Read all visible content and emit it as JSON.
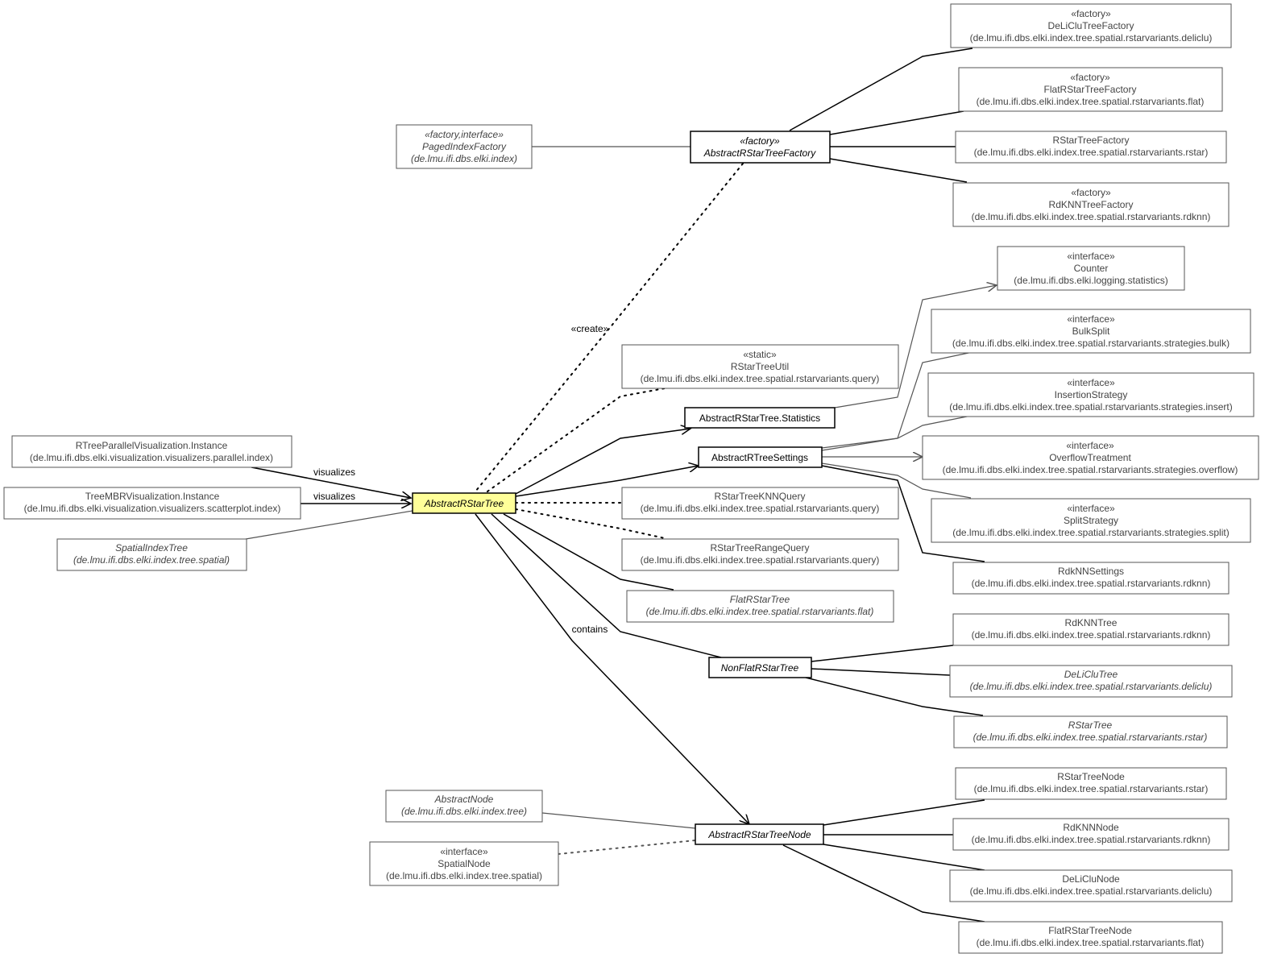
{
  "nodes": {
    "deliclu_factory": {
      "stereotype": "«factory»",
      "name": "DeLiCluTreeFactory",
      "package": "(de.lmu.ifi.dbs.elki.index.tree.spatial.rstarvariants.deliclu)"
    },
    "flat_factory": {
      "stereotype": "«factory»",
      "name": "FlatRStarTreeFactory",
      "package": "(de.lmu.ifi.dbs.elki.index.tree.spatial.rstarvariants.flat)"
    },
    "paged_index_factory": {
      "stereotype": "«factory,interface»",
      "name": "PagedIndexFactory",
      "package": "(de.lmu.ifi.dbs.elki.index)"
    },
    "abstract_factory": {
      "stereotype": "«factory»",
      "name": "AbstractRStarTreeFactory"
    },
    "rstar_factory": {
      "name": "RStarTreeFactory",
      "package": "(de.lmu.ifi.dbs.elki.index.tree.spatial.rstarvariants.rstar)"
    },
    "rdknn_factory": {
      "stereotype": "«factory»",
      "name": "RdKNNTreeFactory",
      "package": "(de.lmu.ifi.dbs.elki.index.tree.spatial.rstarvariants.rdknn)"
    },
    "counter": {
      "stereotype": "«interface»",
      "name": "Counter",
      "package": "(de.lmu.ifi.dbs.elki.logging.statistics)"
    },
    "bulksplit": {
      "stereotype": "«interface»",
      "name": "BulkSplit",
      "package": "(de.lmu.ifi.dbs.elki.index.tree.spatial.rstarvariants.strategies.bulk)"
    },
    "rstartreeutil": {
      "stereotype": "«static»",
      "name": "RStarTreeUtil",
      "package": "(de.lmu.ifi.dbs.elki.index.tree.spatial.rstarvariants.query)"
    },
    "insertion": {
      "stereotype": "«interface»",
      "name": "InsertionStrategy",
      "package": "(de.lmu.ifi.dbs.elki.index.tree.spatial.rstarvariants.strategies.insert)"
    },
    "statistics": {
      "name": "AbstractRStarTree.Statistics"
    },
    "settings": {
      "name": "AbstractRTreeSettings"
    },
    "overflow": {
      "stereotype": "«interface»",
      "name": "OverflowTreatment",
      "package": "(de.lmu.ifi.dbs.elki.index.tree.spatial.rstarvariants.strategies.overflow)"
    },
    "parallel_vis": {
      "name": "RTreeParallelVisualization.Instance",
      "package": "(de.lmu.ifi.dbs.elki.visualization.visualizers.parallel.index)"
    },
    "mbr_vis": {
      "name": "TreeMBRVisualization.Instance",
      "package": "(de.lmu.ifi.dbs.elki.visualization.visualizers.scatterplot.index)"
    },
    "focus": {
      "name": "AbstractRStarTree"
    },
    "knnquery": {
      "name": "RStarTreeKNNQuery",
      "package": "(de.lmu.ifi.dbs.elki.index.tree.spatial.rstarvariants.query)"
    },
    "splitstrategy": {
      "stereotype": "«interface»",
      "name": "SplitStrategy",
      "package": "(de.lmu.ifi.dbs.elki.index.tree.spatial.rstarvariants.strategies.split)"
    },
    "spatialindextree": {
      "name": "SpatialIndexTree",
      "package": "(de.lmu.ifi.dbs.elki.index.tree.spatial)"
    },
    "rangequery": {
      "name": "RStarTreeRangeQuery",
      "package": "(de.lmu.ifi.dbs.elki.index.tree.spatial.rstarvariants.query)"
    },
    "rdknnsettings": {
      "name": "RdkNNSettings",
      "package": "(de.lmu.ifi.dbs.elki.index.tree.spatial.rstarvariants.rdknn)"
    },
    "flatrstartree": {
      "name": "FlatRStarTree",
      "package": "(de.lmu.ifi.dbs.elki.index.tree.spatial.rstarvariants.flat)"
    },
    "rdknntree": {
      "name": "RdKNNTree",
      "package": "(de.lmu.ifi.dbs.elki.index.tree.spatial.rstarvariants.rdknn)"
    },
    "nonflat": {
      "name": "NonFlatRStarTree"
    },
    "deliclutree": {
      "name": "DeLiCluTree",
      "package": "(de.lmu.ifi.dbs.elki.index.tree.spatial.rstarvariants.deliclu)"
    },
    "rstartree": {
      "name": "RStarTree",
      "package": "(de.lmu.ifi.dbs.elki.index.tree.spatial.rstarvariants.rstar)"
    },
    "rstartreenode": {
      "name": "RStarTreeNode",
      "package": "(de.lmu.ifi.dbs.elki.index.tree.spatial.rstarvariants.rstar)"
    },
    "abstractnode": {
      "name": "AbstractNode",
      "package": "(de.lmu.ifi.dbs.elki.index.tree)"
    },
    "abstractrstartreenode": {
      "name": "AbstractRStarTreeNode"
    },
    "rdknnnode": {
      "name": "RdKNNNode",
      "package": "(de.lmu.ifi.dbs.elki.index.tree.spatial.rstarvariants.rdknn)"
    },
    "spatialnode": {
      "stereotype": "«interface»",
      "name": "SpatialNode",
      "package": "(de.lmu.ifi.dbs.elki.index.tree.spatial)"
    },
    "deliclunode": {
      "name": "DeLiCluNode",
      "package": "(de.lmu.ifi.dbs.elki.index.tree.spatial.rstarvariants.deliclu)"
    },
    "flatrstartreenode": {
      "name": "FlatRStarTreeNode",
      "package": "(de.lmu.ifi.dbs.elki.index.tree.spatial.rstarvariants.flat)"
    }
  },
  "edge_labels": {
    "create": "«create»",
    "visualizes_1": "visualizes",
    "visualizes_2": "visualizes",
    "contains": "contains"
  },
  "colors": {
    "focus_fill": "#ffff99",
    "grey_stroke": "#555555",
    "main_stroke": "#000000"
  }
}
